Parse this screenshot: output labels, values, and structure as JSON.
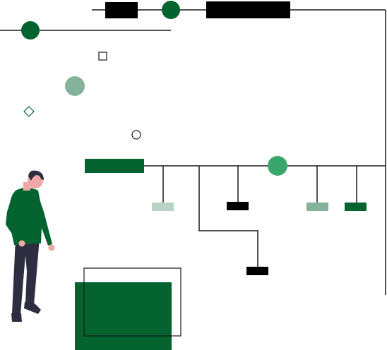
{
  "palette": {
    "primary_green": "#04632f",
    "mid_green": "#3aa66b",
    "sage_green": "#85b29a",
    "pale_green": "#b9d3c4",
    "black": "#000000",
    "line": "#1a1a1a",
    "skin": "#f0a7a7",
    "hair": "#2f2e41",
    "pants": "#2f2e41"
  },
  "icons": {
    "square": "outline-square",
    "diamond": "outline-diamond",
    "circle": "outline-circle"
  }
}
